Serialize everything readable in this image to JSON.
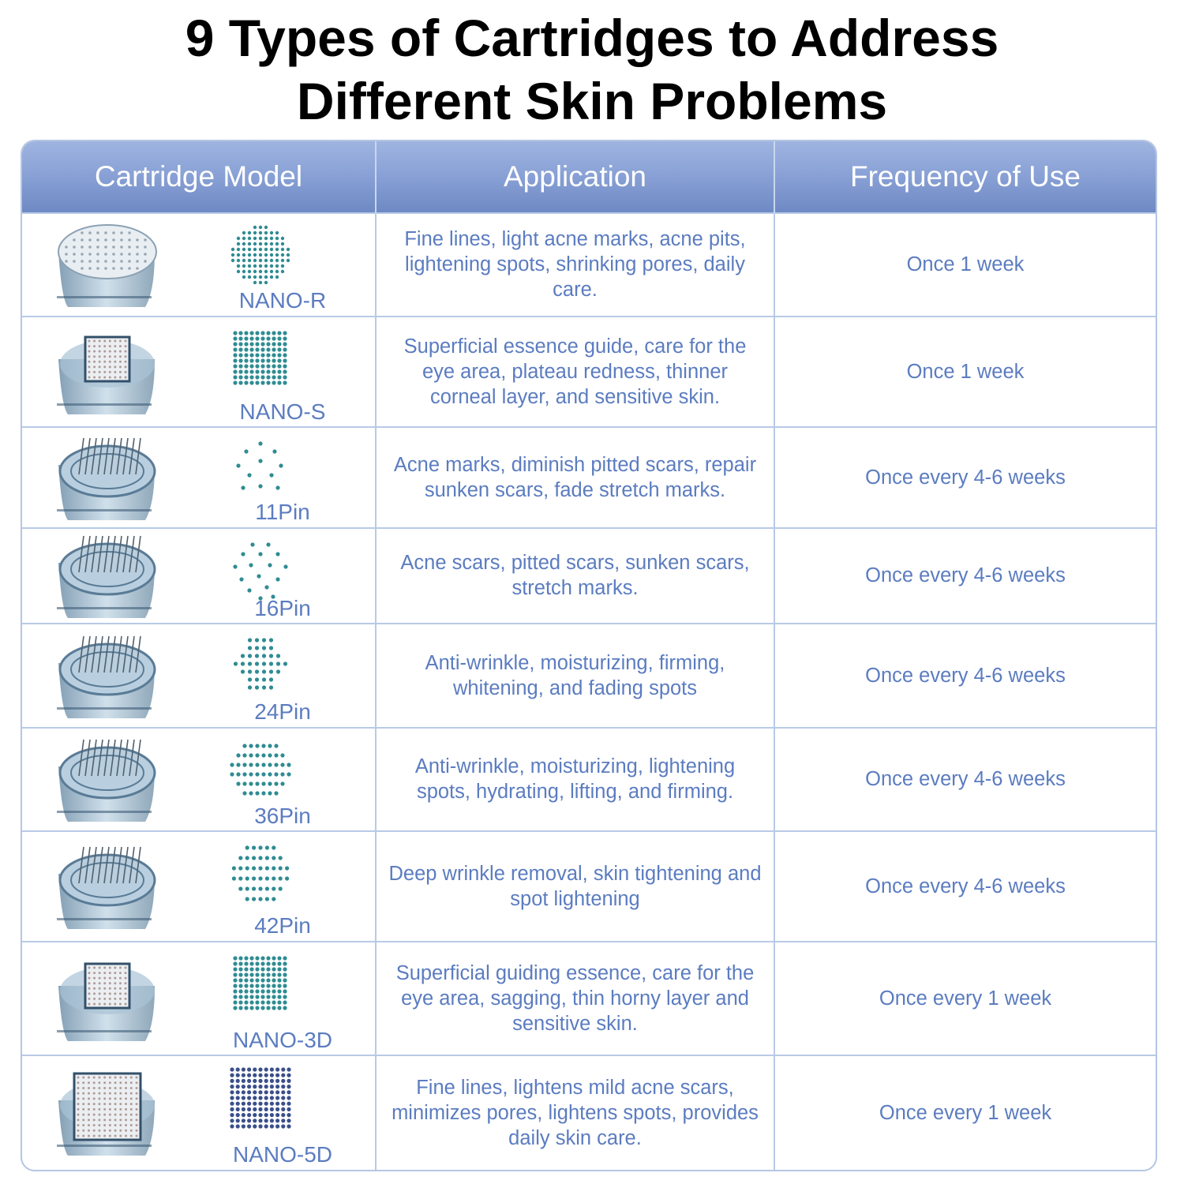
{
  "title": {
    "line1": "9 Types of Cartridges to Address",
    "line2": "Different Skin Problems"
  },
  "headers": {
    "model": "Cartridge Model",
    "application": "Application",
    "frequency": "Frequency of Use"
  },
  "colors": {
    "header_gradient": "#8aa2d6",
    "text": "#5b7cc0",
    "grid": "#b8cae6",
    "dot_teal": "#2f8c92",
    "dot_blue": "#3a4f8a"
  },
  "rows": [
    {
      "model": "NANO-R",
      "icon": "round-nano-cartridge-icon",
      "application": "Fine lines, light acne marks, acne pits, lightening spots, shrinking pores, daily care.",
      "frequency": "Once 1 week"
    },
    {
      "model": "NANO-S",
      "icon": "square-nano-cartridge-icon",
      "application": "Superficial essence guide, care for the eye area, plateau redness, thinner corneal layer, and sensitive skin.",
      "frequency": "Once 1 week"
    },
    {
      "model": "11Pin",
      "icon": "needle-cartridge-icon",
      "application": "Acne marks, diminish pitted scars, repair sunken scars, fade stretch marks.",
      "frequency": "Once every 4-6 weeks"
    },
    {
      "model": "16Pin",
      "icon": "needle-cartridge-icon",
      "application": "Acne scars, pitted scars, sunken scars, stretch marks.",
      "frequency": "Once every 4-6 weeks"
    },
    {
      "model": "24Pin",
      "icon": "needle-cartridge-icon",
      "application": "Anti-wrinkle, moisturizing, firming, whitening, and fading spots",
      "frequency": "Once every 4-6 weeks"
    },
    {
      "model": "36Pin",
      "icon": "needle-cartridge-icon",
      "application": "Anti-wrinkle, moisturizing, lightening spots, hydrating, lifting, and firming.",
      "frequency": "Once every 4-6 weeks"
    },
    {
      "model": "42Pin",
      "icon": "needle-cartridge-icon",
      "application": "Deep wrinkle removal, skin tightening and spot lightening",
      "frequency": "Once every 4-6 weeks"
    },
    {
      "model": "NANO-3D",
      "icon": "square-nano-cartridge-icon",
      "application": "Superficial guiding essence, care for the eye area, sagging, thin horny layer and sensitive skin.",
      "frequency": "Once every 1 week"
    },
    {
      "model": "NANO-5D",
      "icon": "square-nano-cartridge-icon",
      "application": "Fine lines, lightens mild acne scars, minimizes pores, lightens spots, provides daily skin care.",
      "frequency": "Once every 1 week"
    }
  ]
}
